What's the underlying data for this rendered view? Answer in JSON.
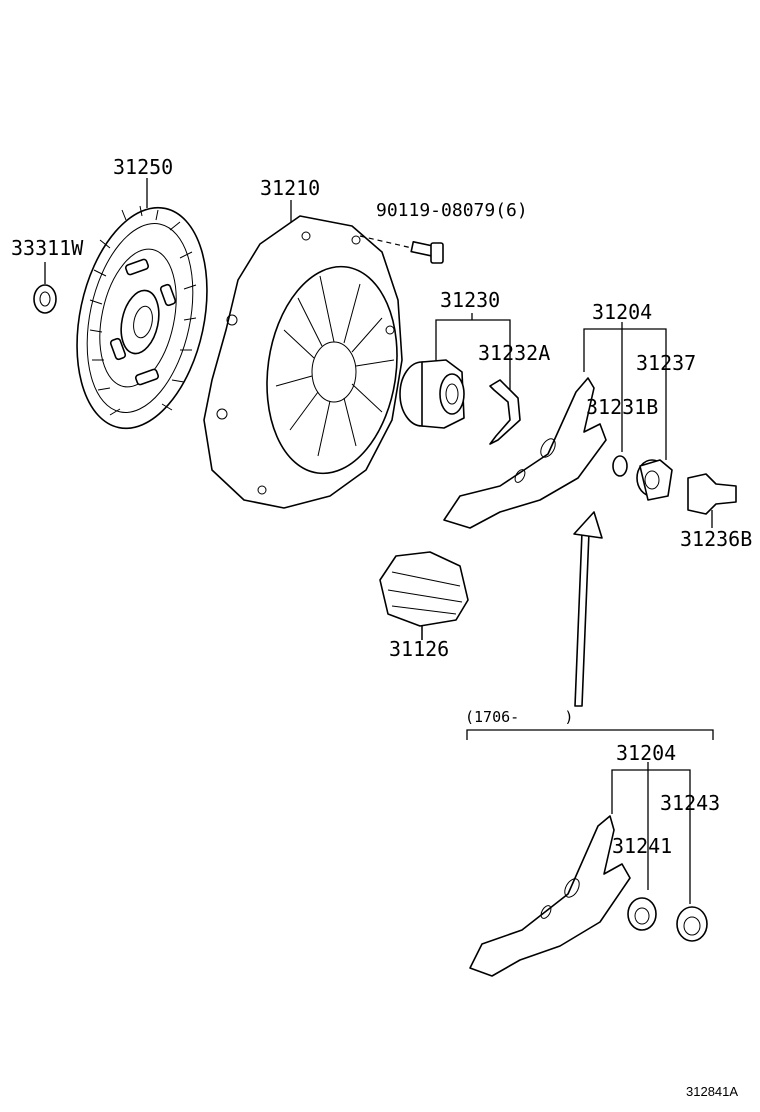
{
  "labels": {
    "clutch_disc": "31250",
    "pilot_bearing": "33311W",
    "clutch_cover": "31210",
    "cover_bolt": "90119-08079(6)",
    "release_bearing_assy": "31230",
    "release_hub_clip": "31232A",
    "release_fork_upper": "31204",
    "fork_boot": "31237",
    "fork_clip": "31231B",
    "fork_support": "31236B",
    "release_fork_boot": "31126",
    "date_range": "(1706-     )",
    "release_fork_lower": "31204",
    "fork_bushing_a": "31241",
    "fork_bushing_b": "31243",
    "diagram_id": "312841A"
  }
}
